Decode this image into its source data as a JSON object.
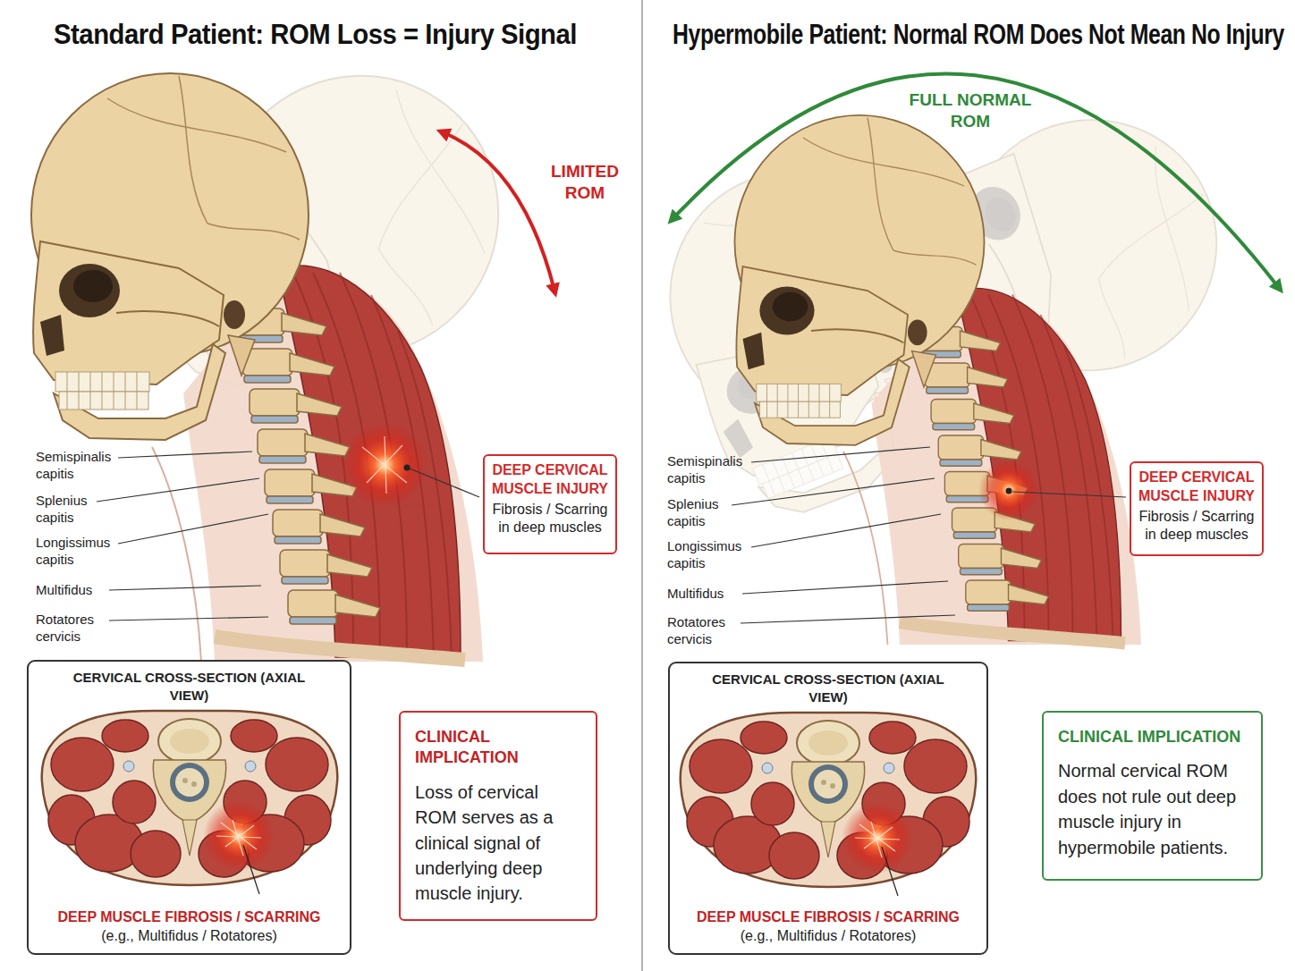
{
  "diagram": {
    "nodes": [
      {
        "text": [
          "DEEP CERVICAL MUSCLE INJURY",
          "Fibrosis / Scarring in deep muscles"
        ]
      },
      {
        "text": [
          "CERVICAL CROSS-SECTION (AXIAL VIEW)",
          "DEEP MUSCLE FIBROSIS / SCARRING",
          "(e.g., Multifidus / Rotatores)"
        ]
      },
      {
        "text": [
          "CLINICAL IMPLICATION",
          "Loss of cervical ROM serves as a clinical signal of underlying deep muscle injury."
        ]
      },
      {
        "text": [
          "DEEP CERVICAL MUSCLE INJURY",
          "Fibrosis / Scarring in deep muscles"
        ]
      },
      {
        "text": [
          "CERVICAL CROSS-SECTION (AXIAL VIEW)",
          "DEEP MUSCLE FIBROSIS / SCARRING",
          "(e.g., Multifidus / Rotatores)"
        ]
      },
      {
        "text": [
          "CLINICAL IMPLICATION",
          "Normal cervical ROM does not rule out deep muscle injury in hypermobile patients."
        ]
      }
    ],
    "labels": [
      "Standard Patient: ROM Loss = Injury Signal",
      "LIMITED ROM",
      "Semispinalis capitis",
      "Splenius capitis",
      "Longissimus capitis",
      "Multifidus",
      "Rotatores cervicis",
      "Hypermobile Patient: Normal ROM Does Not Mean No Injury",
      "FULL NORMAL ROM",
      "Semispinalis capitis",
      "Splenius capitis",
      "Longissimus capitis",
      "Multifidus",
      "Rotatores cervicis"
    ]
  }
}
